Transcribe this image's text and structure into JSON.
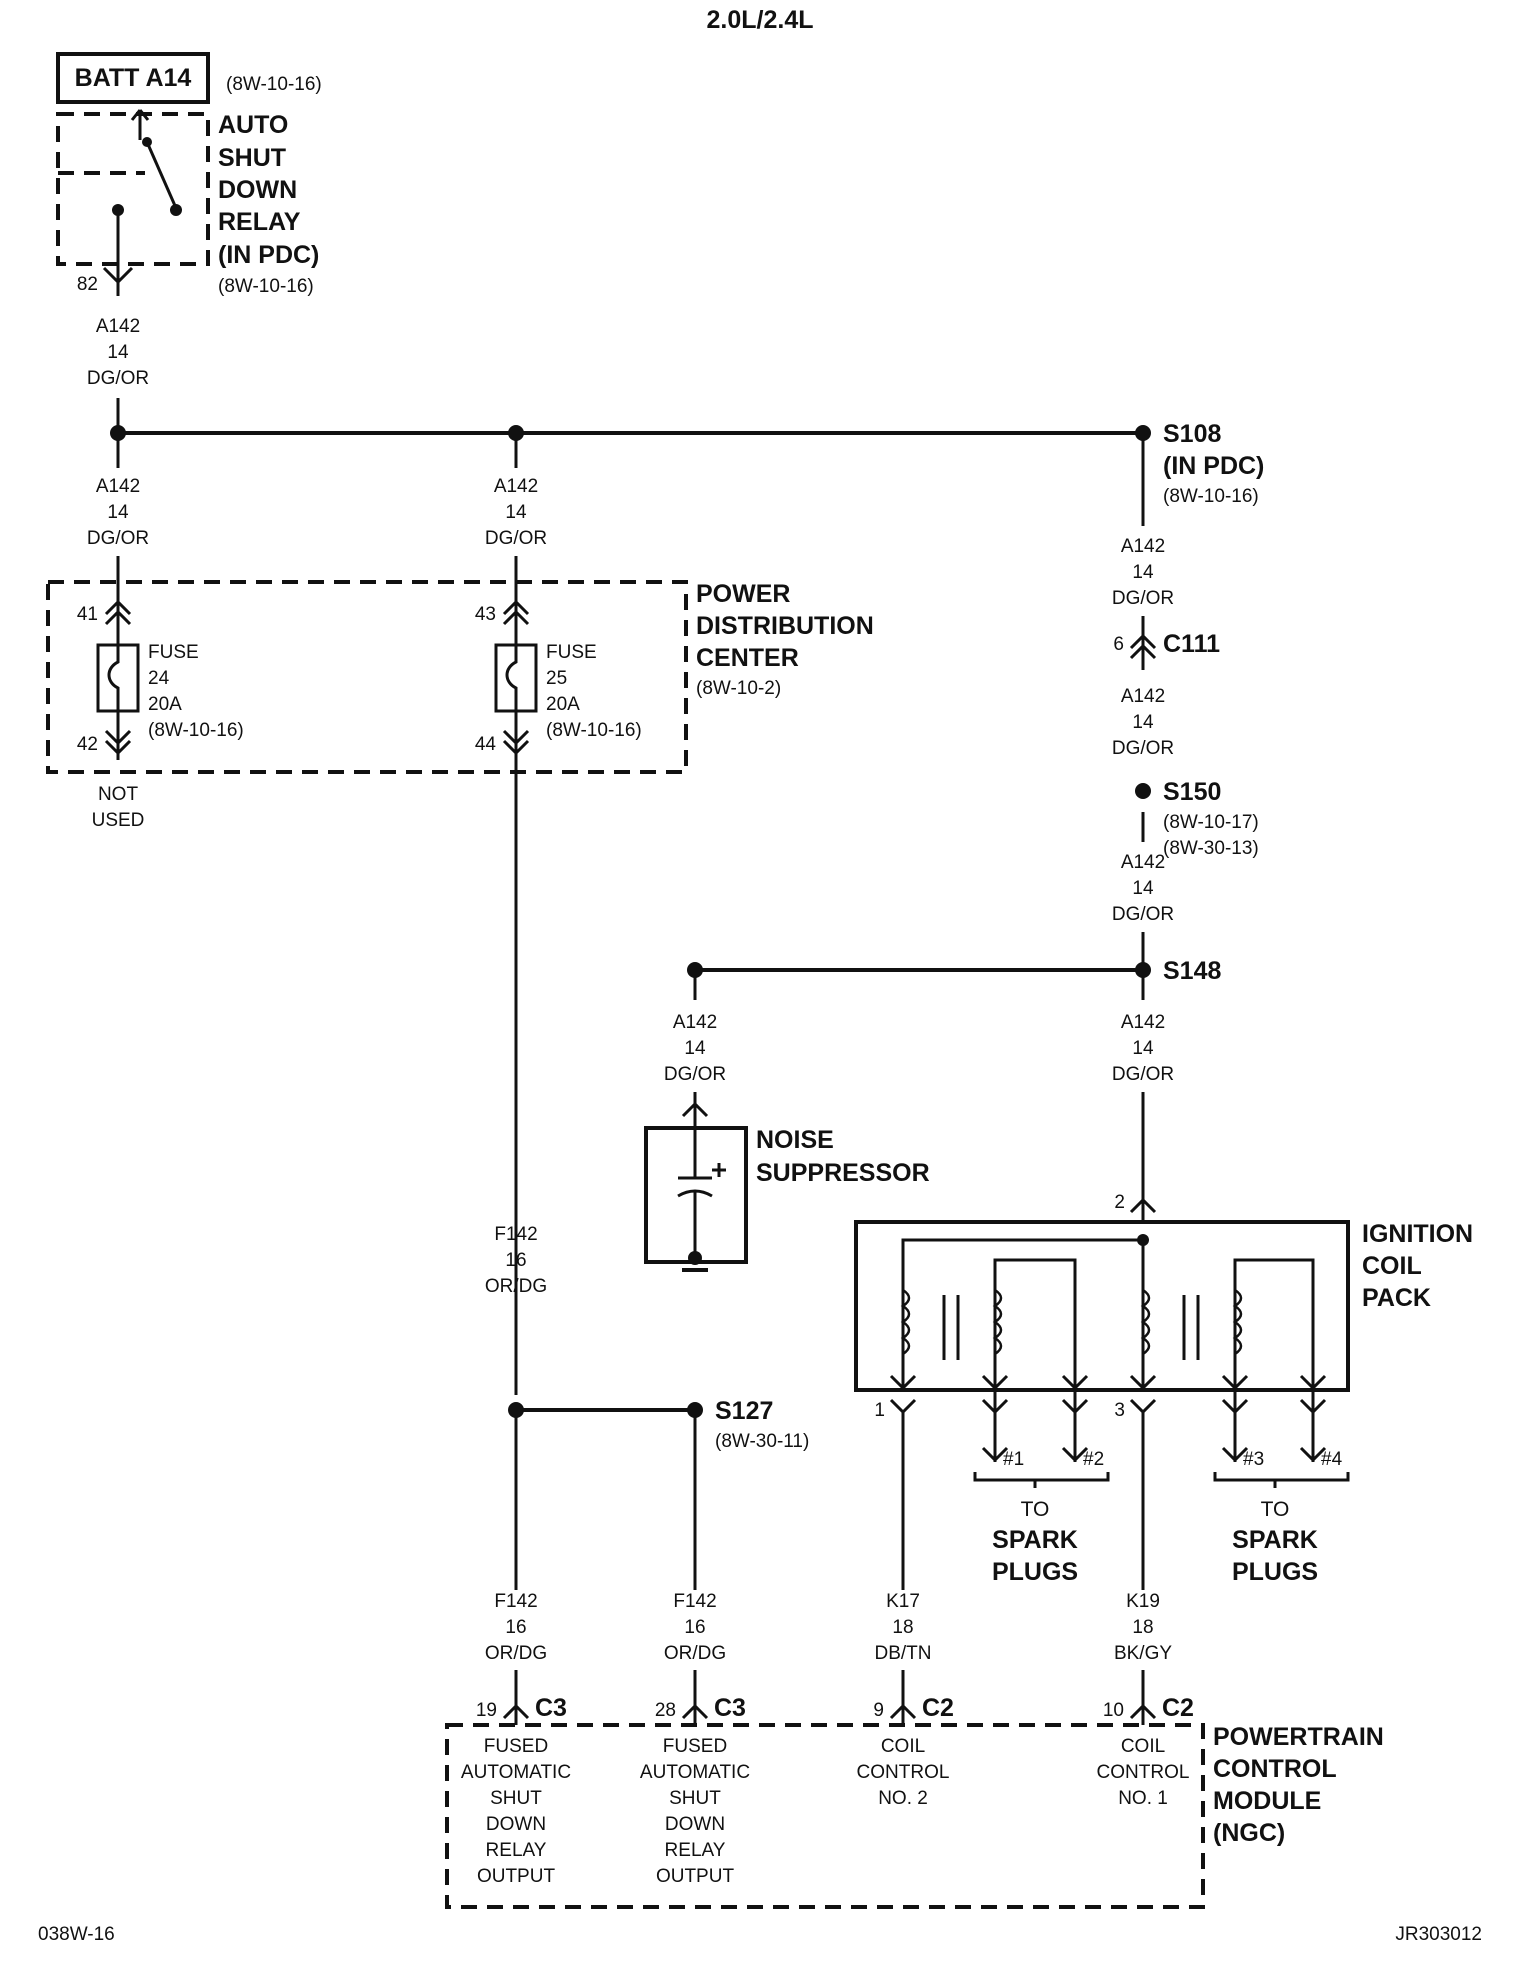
{
  "title": "2.0L/2.4L",
  "footer": {
    "left": "038W-16",
    "right": "JR303012"
  },
  "battery": {
    "label": "BATT A14",
    "ref": "(8W-10-16)"
  },
  "asd_relay": {
    "lines": [
      "AUTO",
      "SHUT",
      "DOWN",
      "RELAY",
      "(IN PDC)"
    ],
    "ref": "(8W-10-16)",
    "pin": "82"
  },
  "wires": {
    "w1": [
      "A142",
      "14",
      "DG/OR"
    ],
    "w2": [
      "A142",
      "14",
      "DG/OR"
    ],
    "w3": [
      "A142",
      "14",
      "DG/OR"
    ],
    "w4": [
      "A142",
      "14",
      "DG/OR"
    ],
    "w5": [
      "A142",
      "14",
      "DG/OR"
    ],
    "w6": [
      "A142",
      "14",
      "DG/OR"
    ],
    "w7": [
      "A142",
      "14",
      "DG/OR"
    ],
    "w8": [
      "A142",
      "14",
      "DG/OR"
    ],
    "w9": [
      "F142",
      "16",
      "OR/DG"
    ],
    "w10": [
      "F142",
      "16",
      "OR/DG"
    ],
    "w11": [
      "F142",
      "16",
      "OR/DG"
    ],
    "w12": [
      "K17",
      "18",
      "DB/TN"
    ],
    "w13": [
      "K19",
      "18",
      "BK/GY"
    ]
  },
  "splices": {
    "s108": {
      "lines": [
        "S108",
        "(IN PDC)"
      ],
      "ref": "(8W-10-16)"
    },
    "c111": {
      "pin": "6",
      "label": "C111"
    },
    "s150": {
      "label": "S150",
      "refs": [
        "(8W-10-17)",
        "(8W-30-13)"
      ]
    },
    "s148": {
      "label": "S148"
    },
    "s127": {
      "label": "S127",
      "ref": "(8W-30-11)"
    }
  },
  "pdc": {
    "lines": [
      "POWER",
      "DISTRIBUTION",
      "CENTER"
    ],
    "ref": "(8W-10-2)",
    "fuse24": {
      "lines": [
        "FUSE",
        "24",
        "20A",
        "(8W-10-16)"
      ],
      "pin_in": "41",
      "pin_out": "42"
    },
    "fuse25": {
      "lines": [
        "FUSE",
        "25",
        "20A",
        "(8W-10-16)"
      ],
      "pin_in": "43",
      "pin_out": "44"
    },
    "not_used": [
      "NOT",
      "USED"
    ]
  },
  "noise_suppressor": {
    "lines": [
      "NOISE",
      "SUPPRESSOR"
    ]
  },
  "coil_pack": {
    "lines": [
      "IGNITION",
      "COIL",
      "PACK"
    ],
    "pins": {
      "p2": "2",
      "p1": "1",
      "p3": "3"
    },
    "plugs": [
      "#1",
      "#2",
      "#3",
      "#4"
    ],
    "to_a": [
      "TO",
      "SPARK",
      "PLUGS"
    ],
    "to_b": [
      "TO",
      "SPARK",
      "PLUGS"
    ]
  },
  "pcm": {
    "lines": [
      "POWERTRAIN",
      "CONTROL",
      "MODULE",
      "(NGC)"
    ],
    "conn": [
      {
        "pin": "19",
        "conn": "C3",
        "lines": [
          "FUSED",
          "AUTOMATIC",
          "SHUT",
          "DOWN",
          "RELAY",
          "OUTPUT"
        ]
      },
      {
        "pin": "28",
        "conn": "C3",
        "lines": [
          "FUSED",
          "AUTOMATIC",
          "SHUT",
          "DOWN",
          "RELAY",
          "OUTPUT"
        ]
      },
      {
        "pin": "9",
        "conn": "C2",
        "lines": [
          "COIL",
          "CONTROL",
          "NO. 2"
        ]
      },
      {
        "pin": "10",
        "conn": "C2",
        "lines": [
          "COIL",
          "CONTROL",
          "NO. 1"
        ]
      }
    ]
  }
}
